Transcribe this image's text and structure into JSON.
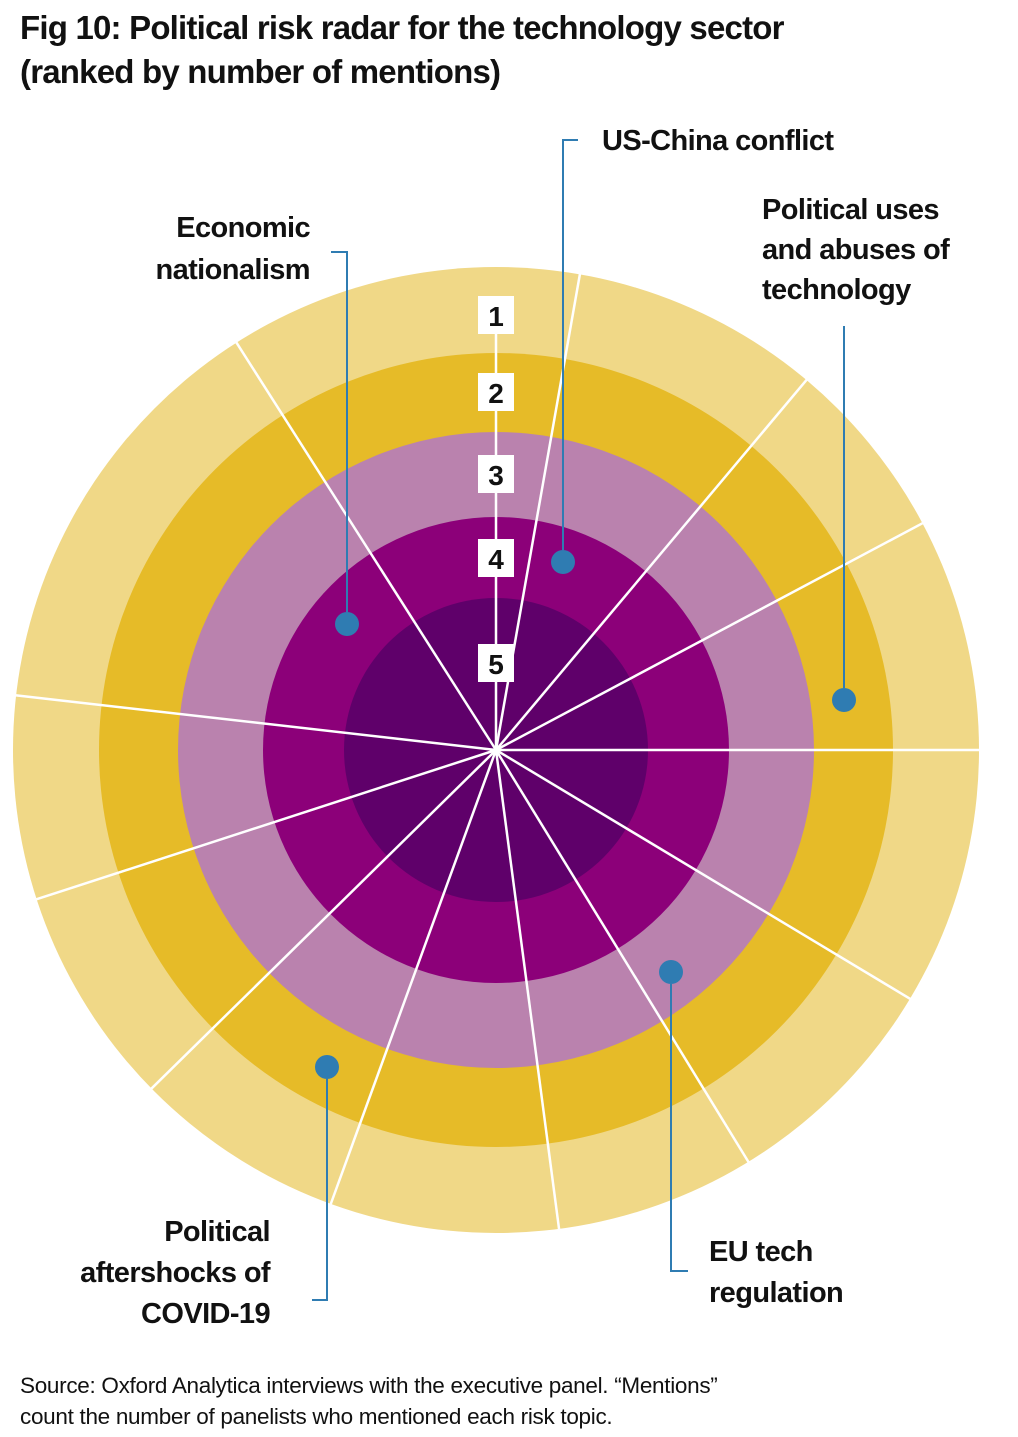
{
  "title_lines": [
    "Fig 10: Political risk radar for the technology sector",
    "(ranked by number of mentions)"
  ],
  "source_lines": [
    "Source: Oxford Analytica interviews with the executive panel. “Mentions”",
    "count the number of panelists who mentioned each risk topic."
  ],
  "chart_data": {
    "type": "radar",
    "title": "Fig 10: Political risk radar for the technology sector (ranked by number of mentions)",
    "rings": [
      "1",
      "2",
      "3",
      "4",
      "5"
    ],
    "ring_colors": [
      "#f0d887",
      "#e6bb28",
      "#ba82ae",
      "#8c0079",
      "#5f006a"
    ],
    "marker_color": "#2f7cb2",
    "sectors": 12,
    "series": [
      {
        "label_lines": [
          "US-China conflict"
        ],
        "ring": 4
      },
      {
        "label_lines": [
          "Political uses",
          "and abuses of",
          "technology"
        ],
        "ring": 2
      },
      {
        "label_lines": [
          "EU tech",
          "regulation"
        ],
        "ring": 3
      },
      {
        "label_lines": [
          "Political",
          "aftershocks of",
          "COVID-19"
        ],
        "ring": 2
      },
      {
        "label_lines": [
          "Economic",
          "nationalism"
        ],
        "ring": 4
      }
    ]
  }
}
